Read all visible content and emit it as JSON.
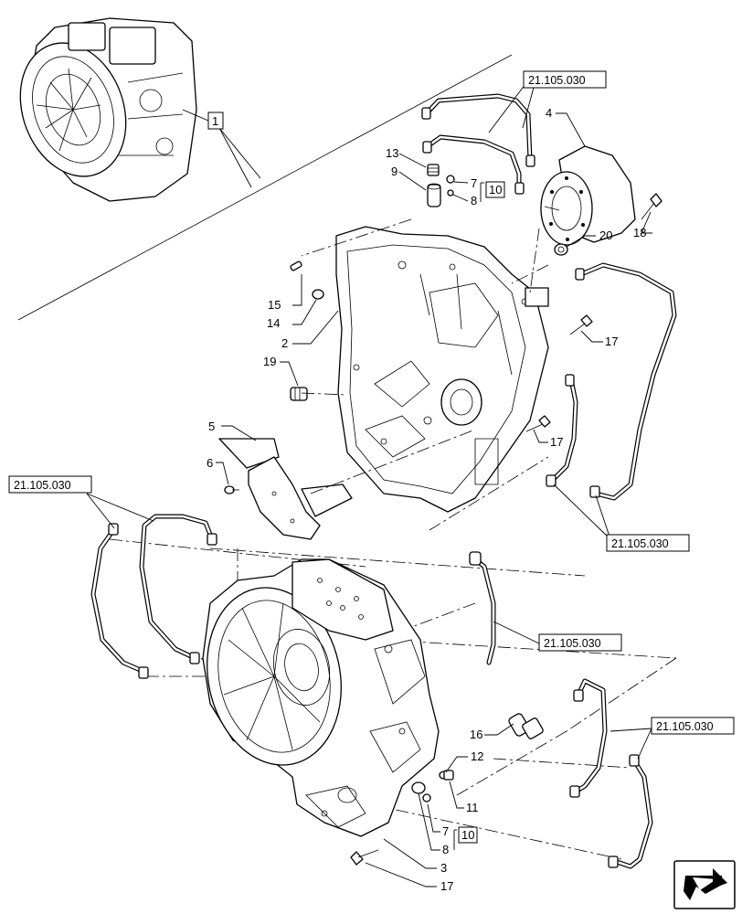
{
  "callouts": {
    "c1": "1",
    "c2": "2",
    "c3": "3",
    "c4": "4",
    "c5": "5",
    "c6": "6",
    "c7a": "7",
    "c7b": "7",
    "c8a": "8",
    "c8b": "8",
    "c9": "9",
    "c10a": "10",
    "c10b": "10",
    "c11": "11",
    "c12": "12",
    "c13": "13",
    "c14": "14",
    "c15": "15",
    "c16": "16",
    "c17a": "17",
    "c17b": "17",
    "c17c": "17",
    "c18": "18",
    "c19": "19",
    "c20": "20"
  },
  "references": {
    "r1": "21.105.030",
    "r2": "21.105.030",
    "r3": "21.105.030",
    "r4": "21.105.030",
    "r5": "21.105.030"
  },
  "nav_icon": "next-page-arrow-icon"
}
